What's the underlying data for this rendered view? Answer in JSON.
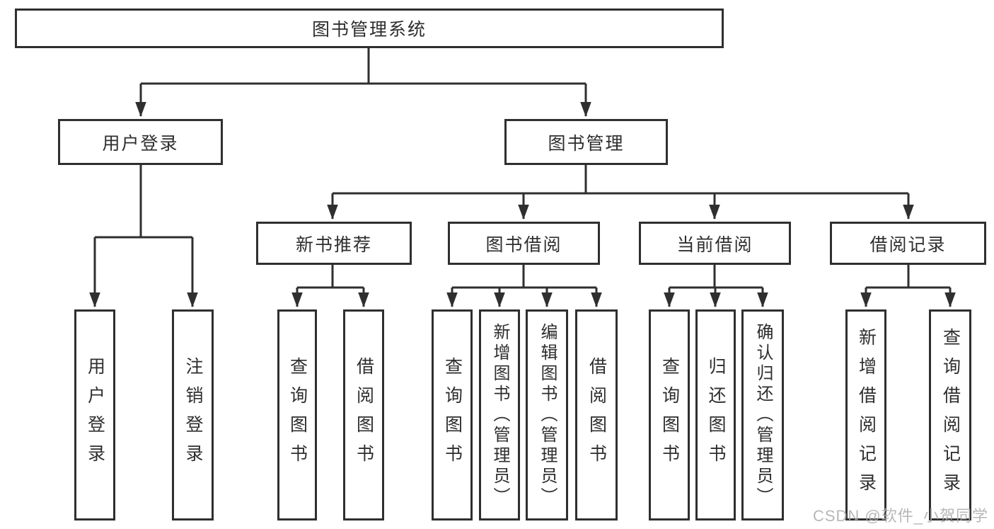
{
  "diagram": {
    "tree": {
      "label": "图书管理系统",
      "children": [
        {
          "label": "用户登录",
          "children": [
            {
              "label": "用户登录"
            },
            {
              "label": "注销登录"
            }
          ]
        },
        {
          "label": "图书管理",
          "children": [
            {
              "label": "新书推荐",
              "children": [
                {
                  "label": "查询图书"
                },
                {
                  "label": "借阅图书"
                }
              ]
            },
            {
              "label": "图书借阅",
              "children": [
                {
                  "label": "查询图书"
                },
                {
                  "label": "新增图书（管理员）"
                },
                {
                  "label": "编辑图书（管理员）"
                },
                {
                  "label": "借阅图书"
                }
              ]
            },
            {
              "label": "当前借阅",
              "children": [
                {
                  "label": "查询图书"
                },
                {
                  "label": "归还图书"
                },
                {
                  "label": "确认归还（管理员）"
                }
              ]
            },
            {
              "label": "借阅记录",
              "children": [
                {
                  "label": "新增借阅记录"
                },
                {
                  "label": "查询借阅记录"
                }
              ]
            }
          ]
        }
      ]
    }
  },
  "watermark": {
    "text": "CSDN @软件_小贺同学"
  },
  "colors": {
    "line": "#2f2f2f",
    "text": "#2e2e2e",
    "background": "#ffffff",
    "watermark": "#ababab"
  }
}
